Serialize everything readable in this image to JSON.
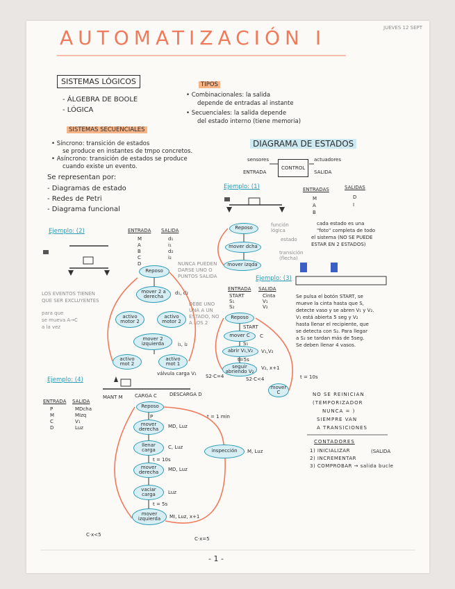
{
  "header": {
    "title": "AUTOMATIZACIÓN I",
    "date": "JUEVES 12 SEPT"
  },
  "left": {
    "section1_title": "SISTEMAS LÓGICOS",
    "items": [
      "- ÁLGEBRA DE BOOLE",
      "- LÓGICA"
    ],
    "seq_title": "SISTEMAS SECUENCIALES",
    "sync1": "• Síncrono: transición de estados",
    "sync2": "se produce en instantes de tmpo concretos.",
    "async1": "• Asíncrono: transición de estados se produce",
    "async2": "cuando existe un evento.",
    "represent": "Se representan por:",
    "rep_items": [
      "- Diagramas de estado",
      "- Redes de Petri",
      "- Diagrama funcional"
    ]
  },
  "tipos": {
    "label": "TIPOS",
    "comb1": "• Combinacionales: la salida",
    "comb2": "depende de entradas al instante",
    "sec1": "• Secuenciales: la salida depende",
    "sec2": "del estado interno (tiene memoria)"
  },
  "diagrama": {
    "title": "DIAGRAMA DE ESTADOS",
    "sensores": "sensores",
    "entrada": "ENTRADA",
    "control": "CONTROL",
    "actuadores": "actuadores",
    "salida": "SALIDA"
  },
  "ej1": {
    "label": "Ejemplo: (1)",
    "entradas": "ENTRADAS",
    "salidas": "SALIDAS",
    "in_vals": [
      "M",
      "A",
      "B"
    ],
    "out_vals": [
      "D",
      "I"
    ],
    "states": [
      "Reposo",
      "mover dcha",
      "mover izqda"
    ],
    "func_logica": "función lógica",
    "estado": "estado",
    "transicion": "transición (flecha)",
    "note1": "cada estado es una",
    "note2": "\"foto\" completa de todo",
    "note3": "el sistema (NO SE PUEDE",
    "note4": "ESTAR EN 2 ESTADOS)"
  },
  "ej2": {
    "label": "Ejemplo: (2)",
    "entrada": "ENTRADA",
    "salida": "SALIDA",
    "in_vals": [
      "M",
      "A",
      "B",
      "C",
      "D"
    ],
    "out_vals": [
      "d₁",
      "i₁",
      "d₂",
      "i₂"
    ],
    "states": [
      "Reposo",
      "mover 2 a derecha",
      "activo motor 2",
      "activo motor 2",
      "mover 2 izquierda",
      "activo mot 2",
      "activo mot 1"
    ],
    "nunca1": "NUNCA PUEDEN",
    "nunca2": "DARSE UNO O",
    "nunca3": "PUNTOS SALIDA",
    "grey1": "LOS EVENTOS TIENEN",
    "grey2": "QUE SER EXCLUYENTES",
    "grey3": "para que",
    "grey4": "se mueva A→C",
    "grey5": "a la vez",
    "grey6": "DEBE UNO",
    "grey7": "UNA A UN",
    "grey8": "ESTADO, NO",
    "grey9": "A LOS 2",
    "bottom": "válvula carga V₁",
    "d1d2": "d₁, d₂",
    "i1i2": "i₁, i₂"
  },
  "ej3": {
    "label": "Ejemplo: (3)",
    "entrada": "ENTRADA",
    "salida": "SALIDA",
    "in_vals": [
      "START",
      "S₁",
      "S₂"
    ],
    "out_vals": [
      "Cinta",
      "V₁",
      "V₂"
    ],
    "states": [
      "Reposo",
      "mover C",
      "abrir V₁,V₂",
      "seguir abriendo V₂",
      "mover C"
    ],
    "desc": [
      "Se pulsa el botón START, se",
      "mueve la cinta hasta que S,",
      "detecte vaso y se abren V₁ y V₂.",
      "V₁ está abierta 5 seg y V₂",
      "hasta llenar el recipiente, que",
      "se detecta con S₂. Para llegar",
      "a S₂ se tardan más de 5seg.",
      "Se deben llenar 4 vasos."
    ],
    "t10s": "t = 10s",
    "labels": [
      "START",
      "C",
      "S₁",
      "t=5s",
      "V₁,V₂",
      "V₂, x+1",
      "S2·C<4",
      "S2·C=4"
    ]
  },
  "ej4": {
    "label": "Ejemplo: (4)",
    "entrada": "ENTRADA",
    "salida": "SALIDA",
    "in_vals": [
      "P",
      "M",
      "C",
      "D"
    ],
    "out_vals": [
      "MDcha",
      "MIzq",
      "V₁",
      "Luz"
    ],
    "zones": [
      "MANT M",
      "CARGA C",
      "DESCARGA D"
    ],
    "states": [
      "Reposo",
      "mover derecha",
      "llenar carga",
      "mover derecha",
      "vaciar carga",
      "mover izquierda",
      "inspección"
    ],
    "side": [
      "MD, Luz",
      "C, Luz",
      "MD, Luz",
      "Luz",
      "MI, Luz, x+1",
      "M, Luz"
    ],
    "trans": [
      "P",
      "t = 1 min",
      "t = 10s",
      "t = 5s",
      "C·x<5",
      "C·x=5"
    ]
  },
  "notes": {
    "no_reinician": [
      "NO SE REINICIAN",
      "(TEMPORIZADOR",
      "NUNCA = )",
      "SIEMPRE VAN",
      "A TRANSICIONES"
    ],
    "contadores": "CONTADORES",
    "cont_items": [
      "1) INICIALIZAR",
      "2) INCREMENTAR",
      "3) COMPROBAR → salida bucle"
    ],
    "salida": "(SALIDA"
  },
  "footer": {
    "page": "- 1 -"
  }
}
